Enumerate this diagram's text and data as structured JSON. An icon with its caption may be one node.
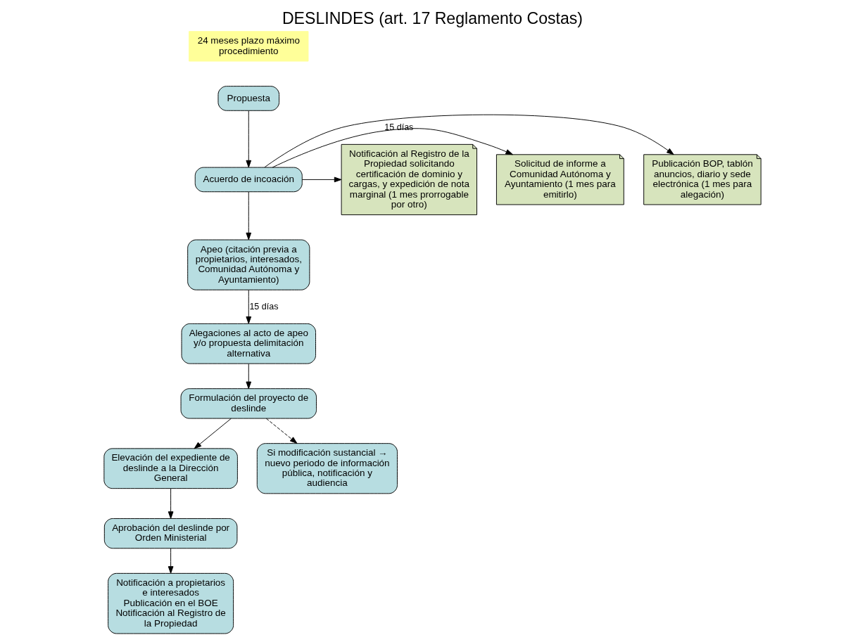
{
  "diagram": {
    "title": "DESLINDES (art. 17 Reglamento Costas)",
    "nodes": [
      {
        "text": [
          "Propuesta"
        ]
      },
      {
        "text": [
          "Acuerdo de incoación"
        ]
      },
      {
        "text": [
          "Publicación BOP, tablón anuncios, diario y sede electrónica (1 mes para alegación)"
        ]
      },
      {
        "text": [
          "Solicitud de informe a Comunidad Autónoma y Ayuntamiento (1 mes para emitirlo)"
        ]
      },
      {
        "text": [
          "Notificación al Registro de la Propiedad solicitando certificación de dominio y cargas, y expedición de nota marginal (1 mes prorrogable por otro)"
        ]
      },
      {
        "text": [
          "Apeo (citación previa a propietarios, interesados, Comunidad Autónoma y Ayuntamiento)"
        ]
      },
      {
        "text": [
          "Alegaciones al acto de apeo y/o propuesta delimitación alternativa"
        ]
      },
      {
        "text": [
          "Formulación del proyecto de deslinde"
        ]
      },
      {
        "text": [
          "Elevación del expediente de deslinde a la Dirección General"
        ]
      },
      {
        "text": [
          "Aprobación del deslinde por Orden Ministerial"
        ]
      },
      {
        "text": [
          "Notificación a propietarios e interesados",
          "Publicación en el BOE",
          "Notificación al Registro de la Propiedad"
        ]
      },
      {
        "text": [
          "Si modificación sustancial → nuevo periodo de información pública, notificación y audiencia"
        ]
      },
      {
        "text": [
          "24 meses plazo máximo procedimiento"
        ]
      }
    ],
    "edges": [
      {
        "from": 0,
        "to": 1,
        "arrow": "to"
      },
      {
        "from": 1,
        "to": 2,
        "arrow": "to"
      },
      {
        "from": 1,
        "to": 3,
        "arrow": "to",
        "label": "15 días"
      },
      {
        "from": 1,
        "to": 4,
        "arrow": "to"
      },
      {
        "from": 1,
        "to": 5,
        "arrow": "to"
      },
      {
        "from": 5,
        "to": 6,
        "arrow": "to",
        "label": "15 días"
      },
      {
        "from": 6,
        "to": 7,
        "arrow": "to"
      },
      {
        "from": 7,
        "to": 8,
        "arrow": "to"
      },
      {
        "from": 8,
        "to": 9,
        "arrow": "to"
      },
      {
        "from": 9,
        "to": 10,
        "arrow": "to"
      },
      {
        "from": 7,
        "to": 11,
        "arrow": "to",
        "style": "dashed"
      }
    ]
  }
}
